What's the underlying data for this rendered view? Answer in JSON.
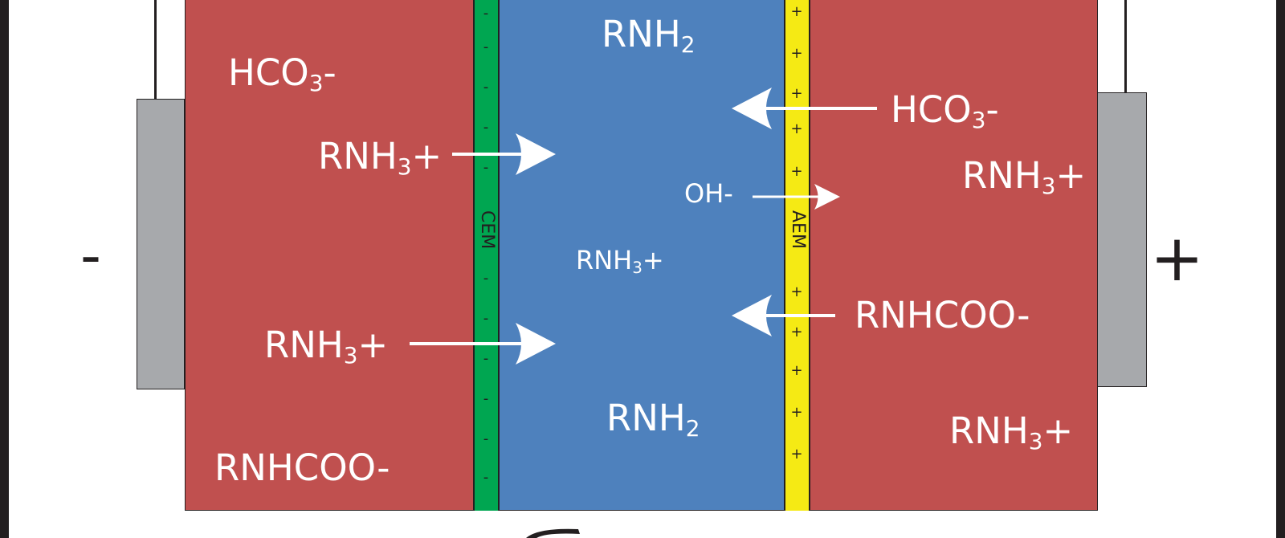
{
  "electrodes": {
    "cathode_sign": "-",
    "anode_sign": "+"
  },
  "membranes": {
    "cem_label": "CEM",
    "aem_label": "AEM",
    "cem_mark": "-",
    "aem_mark": "+"
  },
  "left_chamber": {
    "label_1": {
      "main": "HCO",
      "sub": "3",
      "tail": "-"
    },
    "label_2": {
      "main": "RNH",
      "sub": "3",
      "tail": "+"
    },
    "label_3": {
      "main": "RNH",
      "sub": "3",
      "tail": "+"
    },
    "label_4": {
      "main": "RNHCOO-",
      "sub": "",
      "tail": ""
    }
  },
  "middle_chamber": {
    "label_1": {
      "main": "RNH",
      "sub": "2",
      "tail": ""
    },
    "label_2": {
      "main": "RNH",
      "sub": "3",
      "tail": "+"
    },
    "label_3": {
      "main": "RNH",
      "sub": "2",
      "tail": ""
    },
    "label_4": {
      "main": "OH-",
      "sub": "",
      "tail": ""
    }
  },
  "right_chamber": {
    "label_1": {
      "main": "HCO",
      "sub": "3",
      "tail": "-"
    },
    "label_2": {
      "main": "RNH",
      "sub": "3",
      "tail": "+"
    },
    "label_3": {
      "main": "RNHCOO-",
      "sub": "",
      "tail": ""
    },
    "label_4": {
      "main": "RNH",
      "sub": "3",
      "tail": "+"
    }
  },
  "colors": {
    "outer_chamber": "#c0504f",
    "middle_chamber": "#4e81bd",
    "cem": "#00a651",
    "aem": "#f5ea14",
    "electrode": "#a7a9ac",
    "arrow": "#ffffff"
  }
}
